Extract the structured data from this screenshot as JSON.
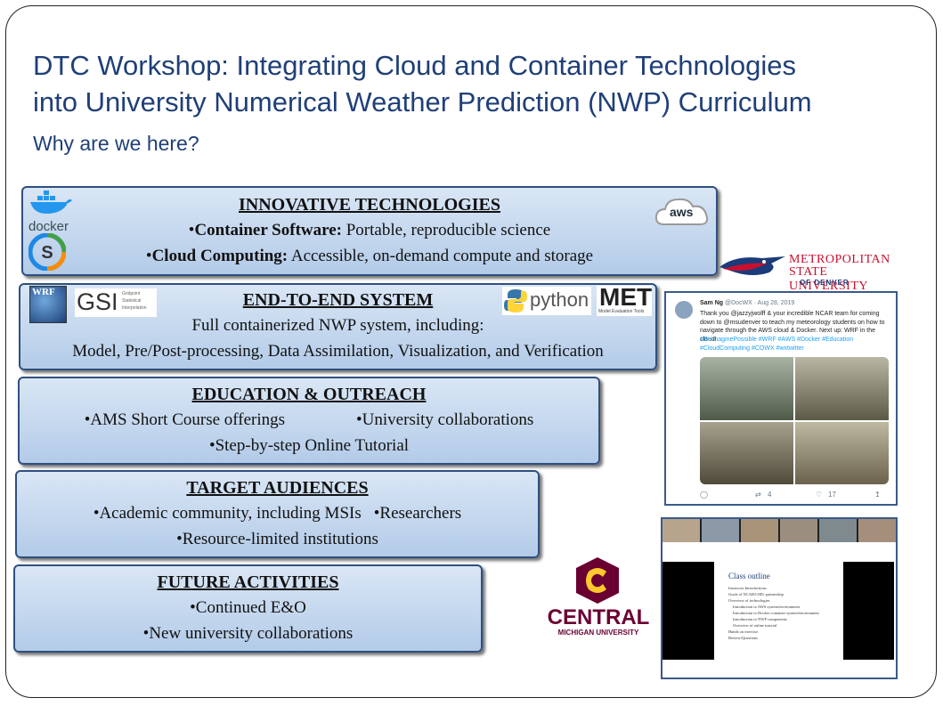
{
  "title_line1": "DTC Workshop: Integrating Cloud and Container Technologies",
  "title_line2": "into University Numerical Weather Prediction (NWP) Curriculum",
  "subtitle": "Why are we here?",
  "innovative": {
    "heading": "INNOVATIVE TECHNOLOGIES",
    "b1_bold": "Container Software:",
    "b1_rest": " Portable, reproducible science",
    "b2_bold": "Cloud Computing:",
    "b2_rest": " Accessible, on-demand compute and storage"
  },
  "endtoend": {
    "heading": "END-TO-END SYSTEM",
    "line1": "Full containerized NWP system, including:",
    "line2": "Model, Pre/Post-processing, Data Assimilation, Visualization, and Verification"
  },
  "education": {
    "heading": "EDUCATION & OUTREACH",
    "b1": "•AMS Short Course offerings",
    "b2": "•University collaborations",
    "b3": "•Step-by-step Online Tutorial"
  },
  "audiences": {
    "heading": "TARGET AUDIENCES",
    "b1": "•Academic community, including MSIs",
    "b2": "•Researchers",
    "b3": "•Resource-limited institutions"
  },
  "future": {
    "heading": "FUTURE ACTIVITIES",
    "b1": "•Continued E&O",
    "b2": "•New university collaborations"
  },
  "logos": {
    "docker": "docker",
    "aws": "aws",
    "wrf": "WRF",
    "gsi": "GSI",
    "gsi_sub": "Gridpoint Statistical Interpolation",
    "python": "python",
    "met": "MET",
    "met_sub": "Model Evaluation Tools",
    "msu1": "METROPOLITAN",
    "msu2": "STATE UNIVERSITY",
    "msu3": "OF DENVER",
    "cmu1": "CENTRAL",
    "cmu2": "MICHIGAN UNIVERSITY"
  },
  "tweet": {
    "author": "Sam Ng",
    "meta": "@DocWX · Aug 28, 2019",
    "text": "Thank you @jazzyjwolff & your incredible NCAR team for coming down to @msudenver to teach my meteorology students on how to navigate through the AWS cloud & Docker. Next up: WRF in the cloud!",
    "tags": "#ReimaginePossible #WRF #AWS #Docker #Education #CloudComputing #COWX #wxtwitter",
    "retweets": "4",
    "likes": "17"
  },
  "zoom": {
    "outline_title": "Class outline",
    "items": [
      "Instructor Introductions",
      "Goals of NCAR/CMU partnership",
      "Overview of technologies",
      "Introduction to AWS system/environment",
      "Introduction to Docker container system/environment",
      "Introduction to NWP components",
      "Overview of online tutorial",
      "Hands on exercise",
      "Review/Questions"
    ]
  },
  "colors": {
    "title": "#1f3f78",
    "band_top": "#d9e6f5",
    "band_bottom": "#b3cbe8",
    "band_border": "#2f4f7f",
    "cmu_maroon": "#6a0032",
    "cmu_gold": "#ffc82e",
    "msu_red": "#c8102e",
    "msu_blue": "#1b3b7a"
  }
}
